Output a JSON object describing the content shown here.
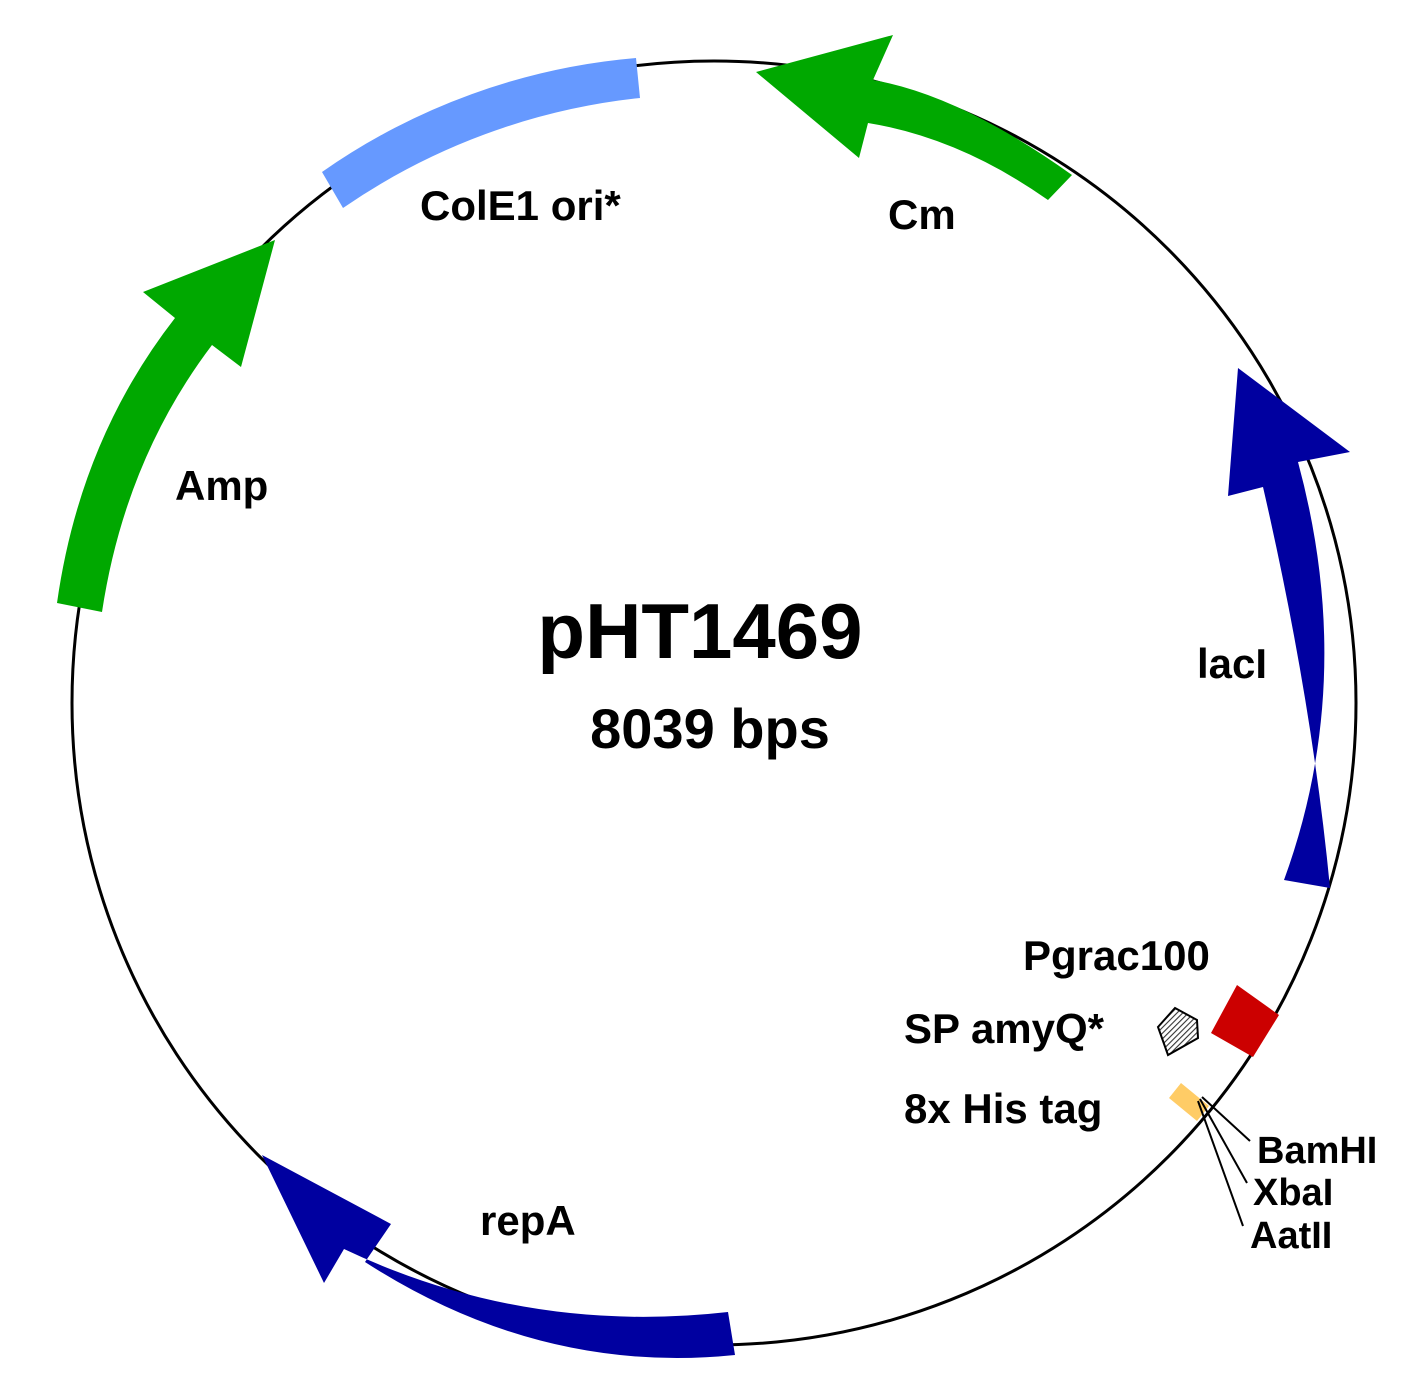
{
  "plasmid": {
    "name": "pHT1469",
    "size_label": "8039 bps"
  },
  "features": [
    {
      "id": "cole1",
      "label": "ColE1 ori*",
      "color": "#6699ff",
      "type": "box"
    },
    {
      "id": "cm",
      "label": "Cm",
      "color": "#00a800",
      "type": "arrow-ccw"
    },
    {
      "id": "amp",
      "label": "Amp",
      "color": "#00a800",
      "type": "arrow-cw"
    },
    {
      "id": "laci",
      "label": "lacI",
      "color": "#0000a0",
      "type": "arrow-ccw"
    },
    {
      "id": "repa",
      "label": "repA",
      "color": "#0000a0",
      "type": "arrow-cw"
    },
    {
      "id": "pgrac",
      "label": "Pgrac100",
      "color": "#cc0000",
      "type": "box"
    },
    {
      "id": "spamyq",
      "label": "SP amyQ*",
      "color": "#777777",
      "type": "pentagon"
    },
    {
      "id": "histag",
      "label": "8x His tag",
      "color": "#ffcc66",
      "type": "box"
    }
  ],
  "sites": [
    "BamHI",
    "XbaI",
    "AatII"
  ]
}
